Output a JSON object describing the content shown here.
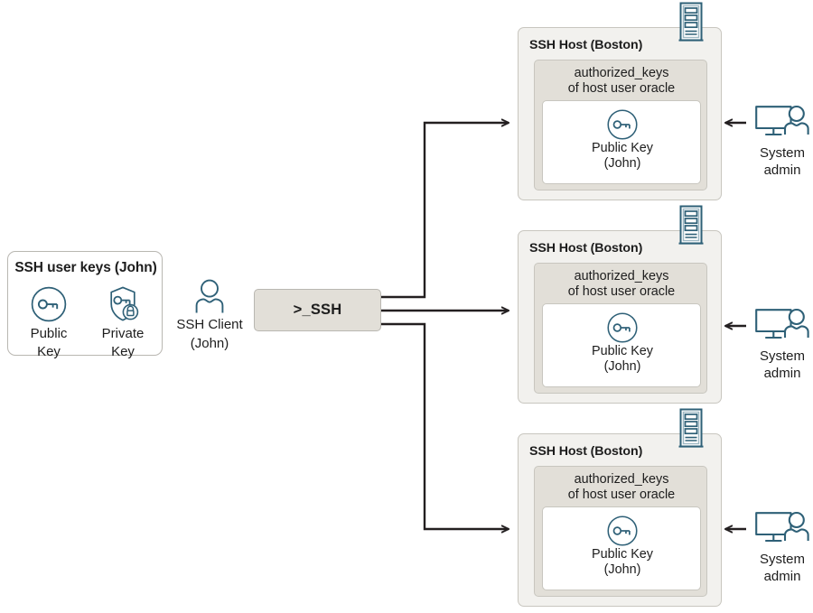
{
  "diagram": {
    "title": "SSH public key distribution to multiple hosts",
    "colors": {
      "icon_teal": "#2e6077",
      "arrow": "#231f20",
      "panel_fill": "#e2dfd8",
      "card_fill": "#f2f1ee",
      "border": "#c8c6bf",
      "text": "#1d1d1d"
    }
  },
  "user_keys": {
    "title": "SSH user keys (John)",
    "items": [
      {
        "icon": "public-key-icon",
        "line1": "Public",
        "line2": "Key"
      },
      {
        "icon": "private-key-icon",
        "line1": "Private",
        "line2": "Key"
      }
    ]
  },
  "client": {
    "icon": "person-icon",
    "line1": "SSH Client",
    "line2": "(John)"
  },
  "ssh_terminal": {
    "label": ">_SSH"
  },
  "hosts": [
    {
      "title": "SSH Host (Boston)",
      "rack_icon": "server-rack-icon",
      "auth_line1": "authorized_keys",
      "auth_line2": "of host user oracle",
      "key_icon": "public-key-icon",
      "key_line1": "Public Key",
      "key_line2": "(John)"
    },
    {
      "title": "SSH Host (Boston)",
      "rack_icon": "server-rack-icon",
      "auth_line1": "authorized_keys",
      "auth_line2": "of host user oracle",
      "key_icon": "public-key-icon",
      "key_line1": "Public Key",
      "key_line2": "(John)"
    },
    {
      "title": "SSH Host (Boston)",
      "rack_icon": "server-rack-icon",
      "auth_line1": "authorized_keys",
      "auth_line2": "of host user oracle",
      "key_icon": "public-key-icon",
      "key_line1": "Public Key",
      "key_line2": "(John)"
    }
  ],
  "admins": [
    {
      "icon": "system-admin-icon",
      "line1": "System",
      "line2": "admin"
    },
    {
      "icon": "system-admin-icon",
      "line1": "System",
      "line2": "admin"
    },
    {
      "icon": "system-admin-icon",
      "line1": "System",
      "line2": "admin"
    }
  ]
}
